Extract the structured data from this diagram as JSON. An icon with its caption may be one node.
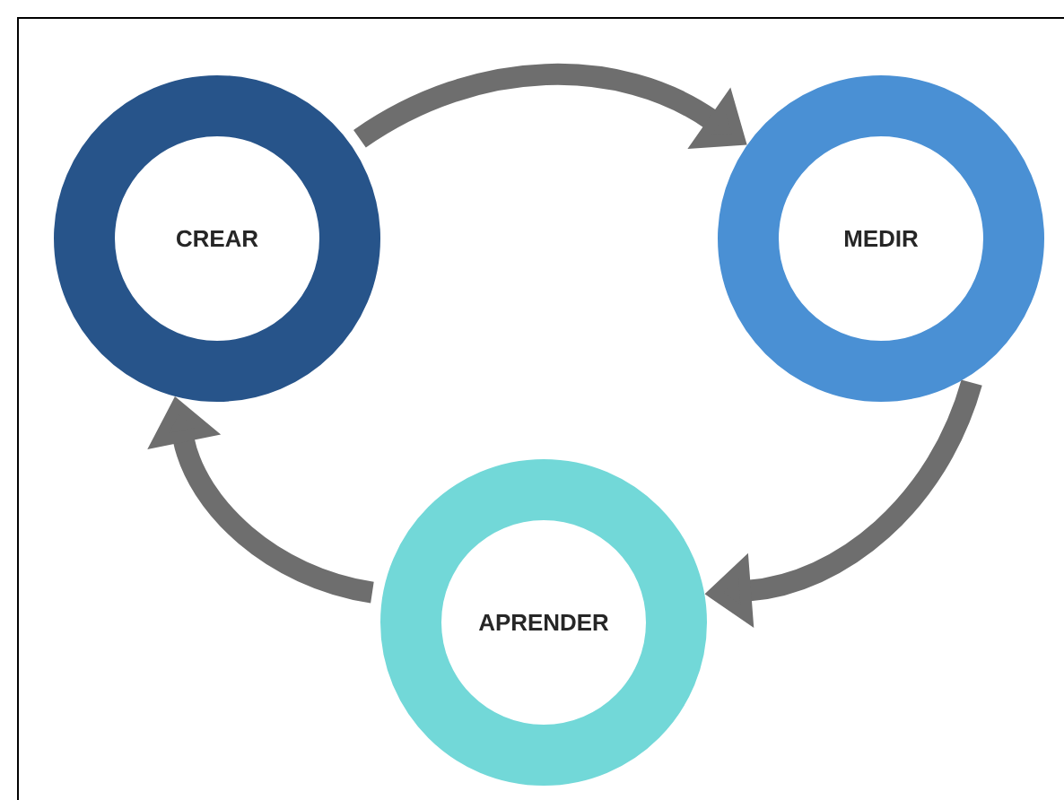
{
  "diagram": {
    "nodes": [
      {
        "text": [
          "CREAR"
        ]
      },
      {
        "text": [
          "MEDIR"
        ]
      },
      {
        "text": [
          "APRENDER"
        ]
      }
    ],
    "edges": [
      {
        "from": 0,
        "to": 1,
        "arrow": "to"
      },
      {
        "from": 1,
        "to": 2,
        "arrow": "to"
      },
      {
        "from": 2,
        "to": 0,
        "arrow": "to"
      }
    ]
  }
}
